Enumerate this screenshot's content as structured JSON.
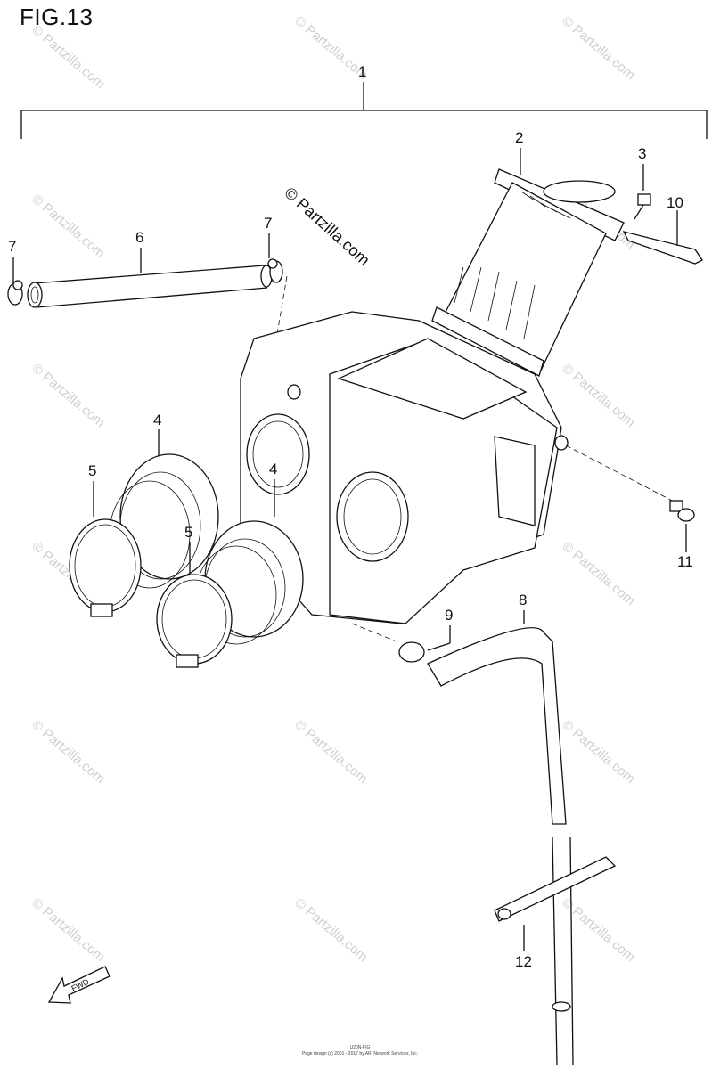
{
  "figure_title": "FIG.13",
  "callouts": {
    "c1": "1",
    "c2": "2",
    "c3": "3",
    "c4a": "4",
    "c4b": "4",
    "c5a": "5",
    "c5b": "5",
    "c6": "6",
    "c7a": "7",
    "c7b": "7",
    "c8": "8",
    "c9": "9",
    "c10": "10",
    "c11": "11",
    "c12": "12"
  },
  "watermark": {
    "center": "© Partzilla.com",
    "tile": "© Partzilla.com"
  },
  "fwd_label": "FWD",
  "footer_lines": [
    "U20N-FIG",
    "Page design (c) 2001 - 2017 by ARI Network Services, Inc."
  ]
}
